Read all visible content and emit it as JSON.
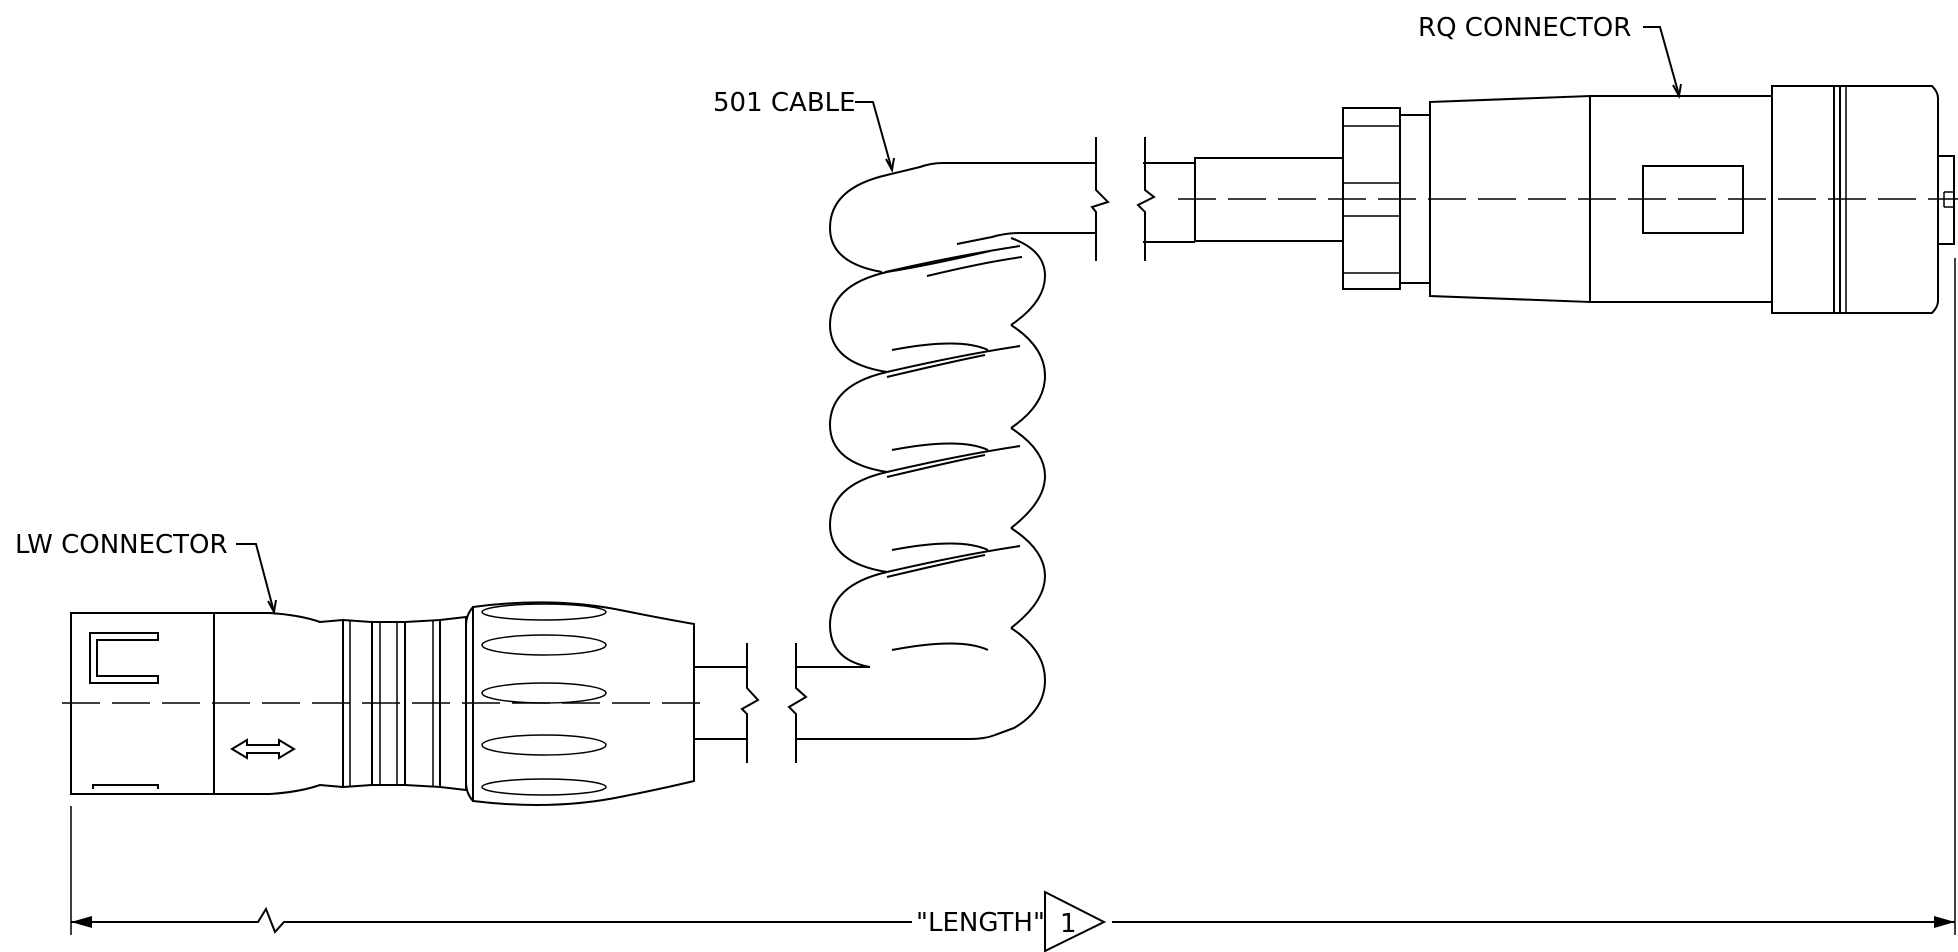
{
  "labels": {
    "rq_connector": "RQ CONNECTOR",
    "cable": "501 CABLE",
    "lw_connector": "LW CONNECTOR",
    "length": "\"LENGTH\"",
    "note_number": "1"
  },
  "icons": {
    "arrow": "double-arrow-icon",
    "note_flag": "triangle-note-flag-icon"
  },
  "colors": {
    "line": "#000000",
    "background": "#ffffff"
  }
}
